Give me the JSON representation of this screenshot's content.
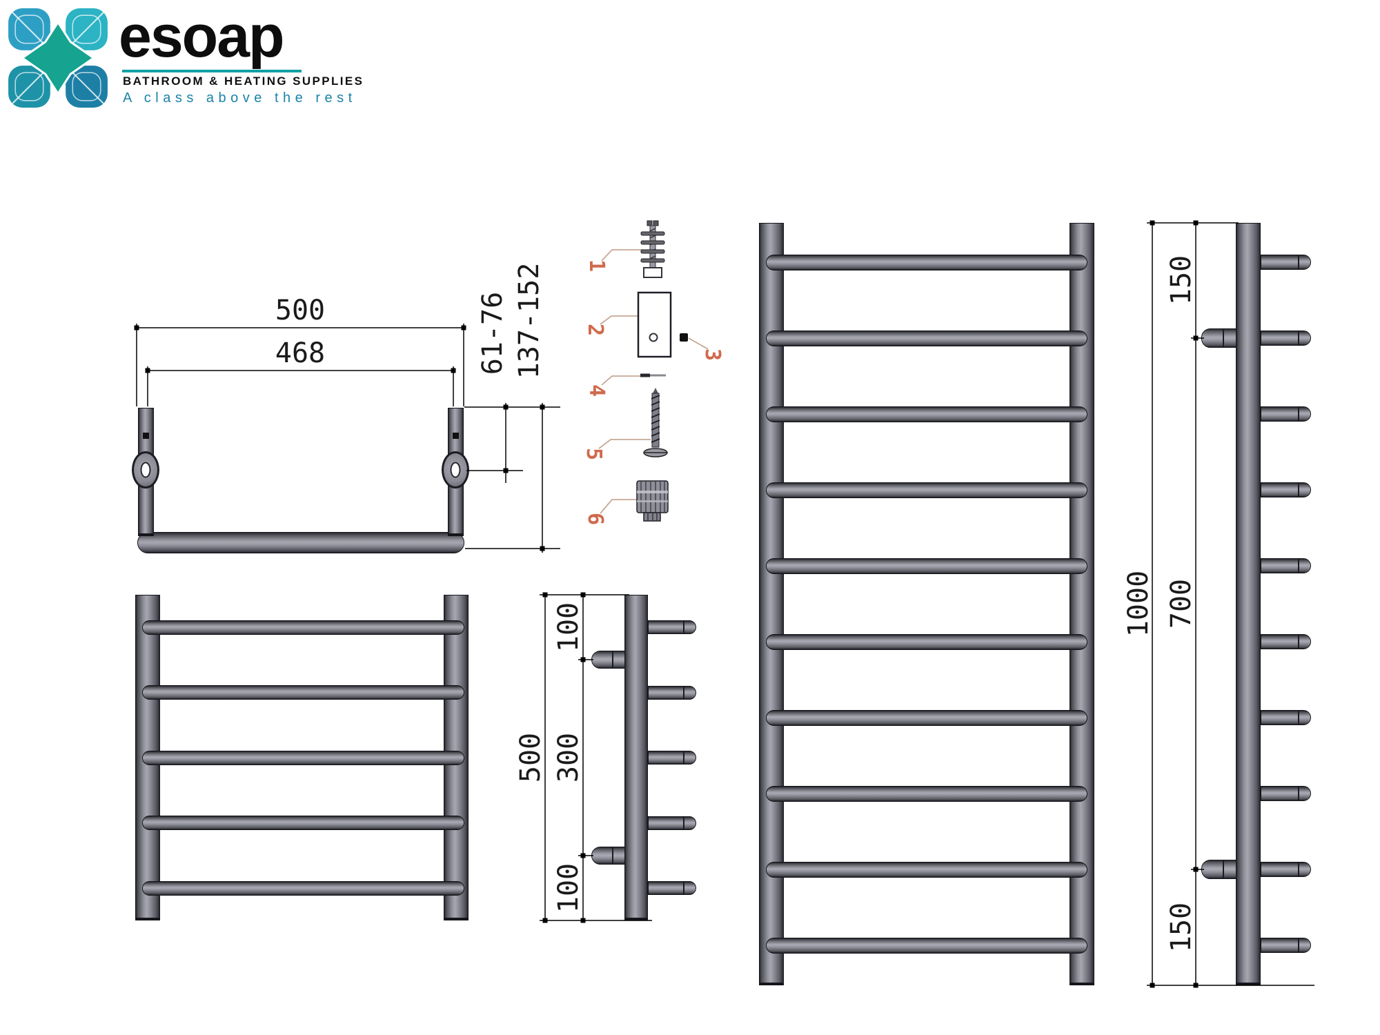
{
  "logo": {
    "brand": "esoap",
    "tagline": "BATHROOM & HEATING SUPPLIES",
    "slogan": "A class above the rest"
  },
  "colors": {
    "teal_rule": "#12a0a4",
    "slogan_teal": "#1a83a8",
    "part_number": "#cf6a4c",
    "leader_line": "#c8a795",
    "dim_line": "#000000",
    "rail_gray": "#8e8e98"
  },
  "top_view": {
    "dim_outer_width": "500",
    "dim_inner_width": "468",
    "dim_wall_min": "61-76",
    "dim_wall_max": "137-152"
  },
  "parts": {
    "items": [
      {
        "number": "1",
        "icon": "wall-plug-icon"
      },
      {
        "number": "2",
        "icon": "mounting-plate-icon"
      },
      {
        "number": "3",
        "icon": "grub-screw-icon"
      },
      {
        "number": "4",
        "icon": "pin-icon"
      },
      {
        "number": "5",
        "icon": "screw-icon"
      },
      {
        "number": "6",
        "icon": "knurled-fitting-icon"
      }
    ]
  },
  "rails": {
    "large_front": {
      "rung_count": 10
    },
    "large_side": {
      "rung_count": 10,
      "dim_overall": "1000",
      "dim_top": "150",
      "dim_middle": "700",
      "dim_bottom": "150"
    },
    "small_front": {
      "rung_count": 5
    },
    "small_side": {
      "rung_count": 5,
      "dim_overall": "500",
      "dim_top": "100",
      "dim_middle": "300",
      "dim_bottom": "100"
    }
  }
}
